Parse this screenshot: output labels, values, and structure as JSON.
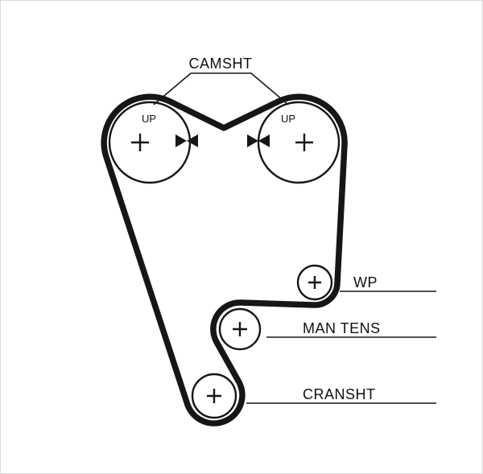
{
  "diagram": {
    "type": "timing-belt-routing",
    "labels": {
      "camshaft": "CAMSHT",
      "up_left": "UP",
      "up_right": "UP",
      "water_pump": "WP",
      "manual_tensioner": "MAN TENS",
      "crankshaft": "CRANSHT"
    },
    "colors": {
      "ink": "#161616",
      "background": "#ffffff",
      "border": "#d9d9d9"
    }
  }
}
